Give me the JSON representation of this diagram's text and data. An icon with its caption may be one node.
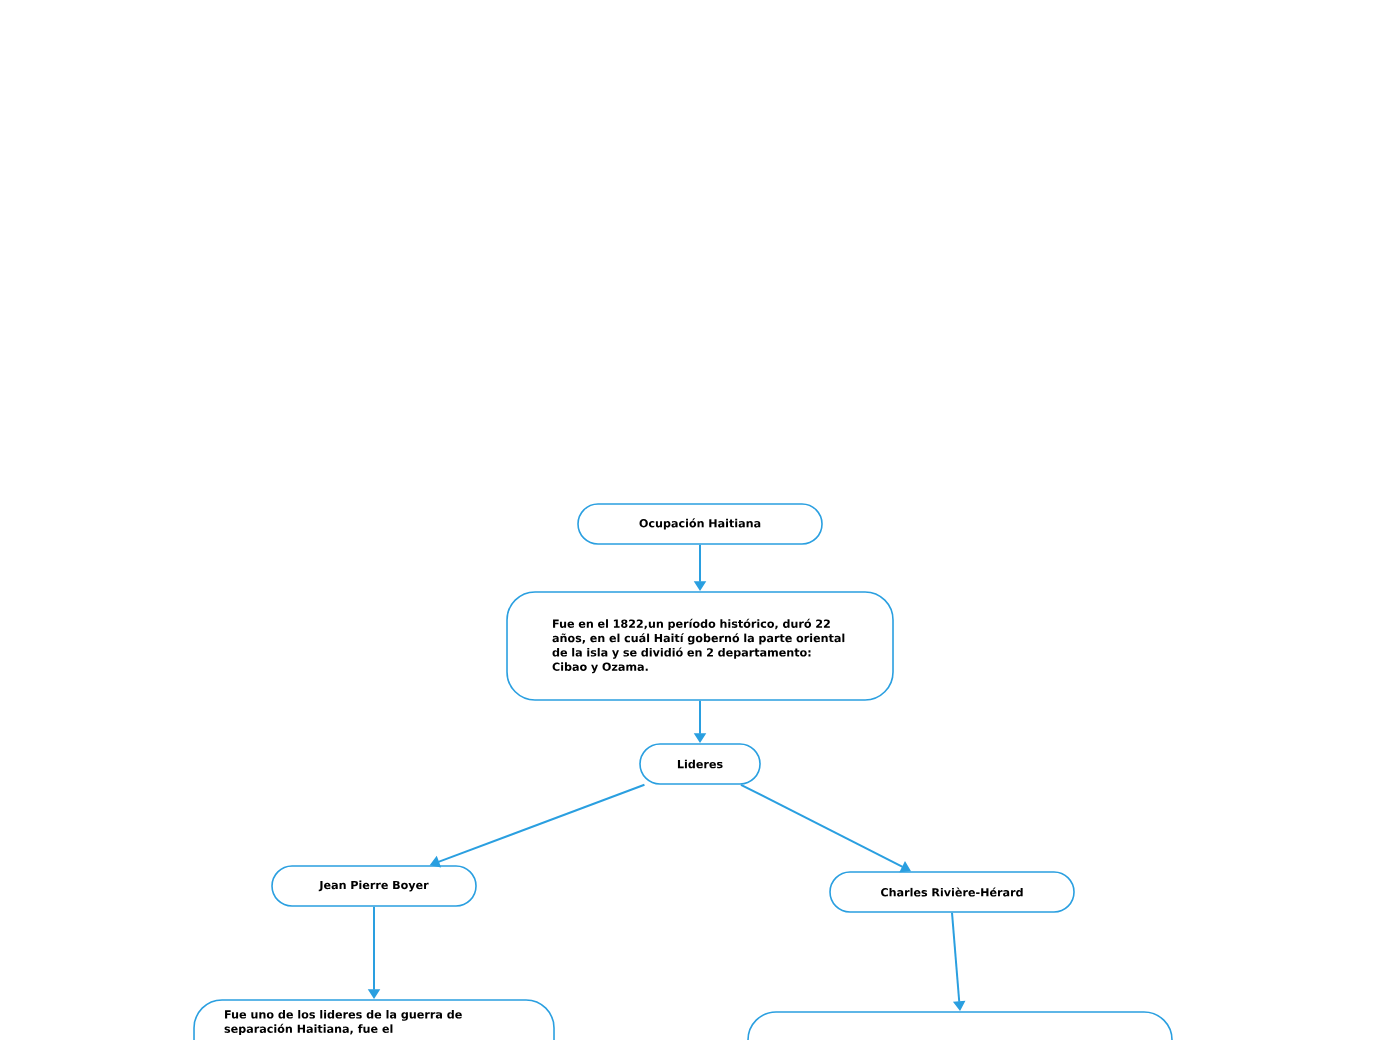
{
  "diagram": {
    "nodes": [
      {
        "text": [
          "Ocupación Haitiana"
        ]
      },
      {
        "text": [
          "Fue en el 1822,un período histórico, duró 22 años, en el cuál Haití gobernó la parte oriental de la isla y se dividió en 2 departamento: Cibao y Ozama."
        ]
      },
      {
        "text": [
          "Lideres"
        ]
      },
      {
        "text": [
          "Jean Pierre Boyer"
        ]
      },
      {
        "text": [
          "Charles Rivière-Hérard"
        ]
      },
      {
        "text": [
          "Fue uno de los lideres de la guerra de separación Haitiana, fue el"
        ]
      },
      {
        "text": [],
        "shape": "box"
      }
    ],
    "edges": [
      {
        "from": 0,
        "to": 1,
        "arrow": "to"
      },
      {
        "from": 1,
        "to": 2,
        "arrow": "to"
      },
      {
        "from": 2,
        "to": 3,
        "arrow": "to"
      },
      {
        "from": 2,
        "to": 4,
        "arrow": "to"
      },
      {
        "from": 3,
        "to": 5,
        "arrow": "to"
      },
      {
        "from": 4,
        "to": 6,
        "arrow": "to"
      }
    ]
  }
}
